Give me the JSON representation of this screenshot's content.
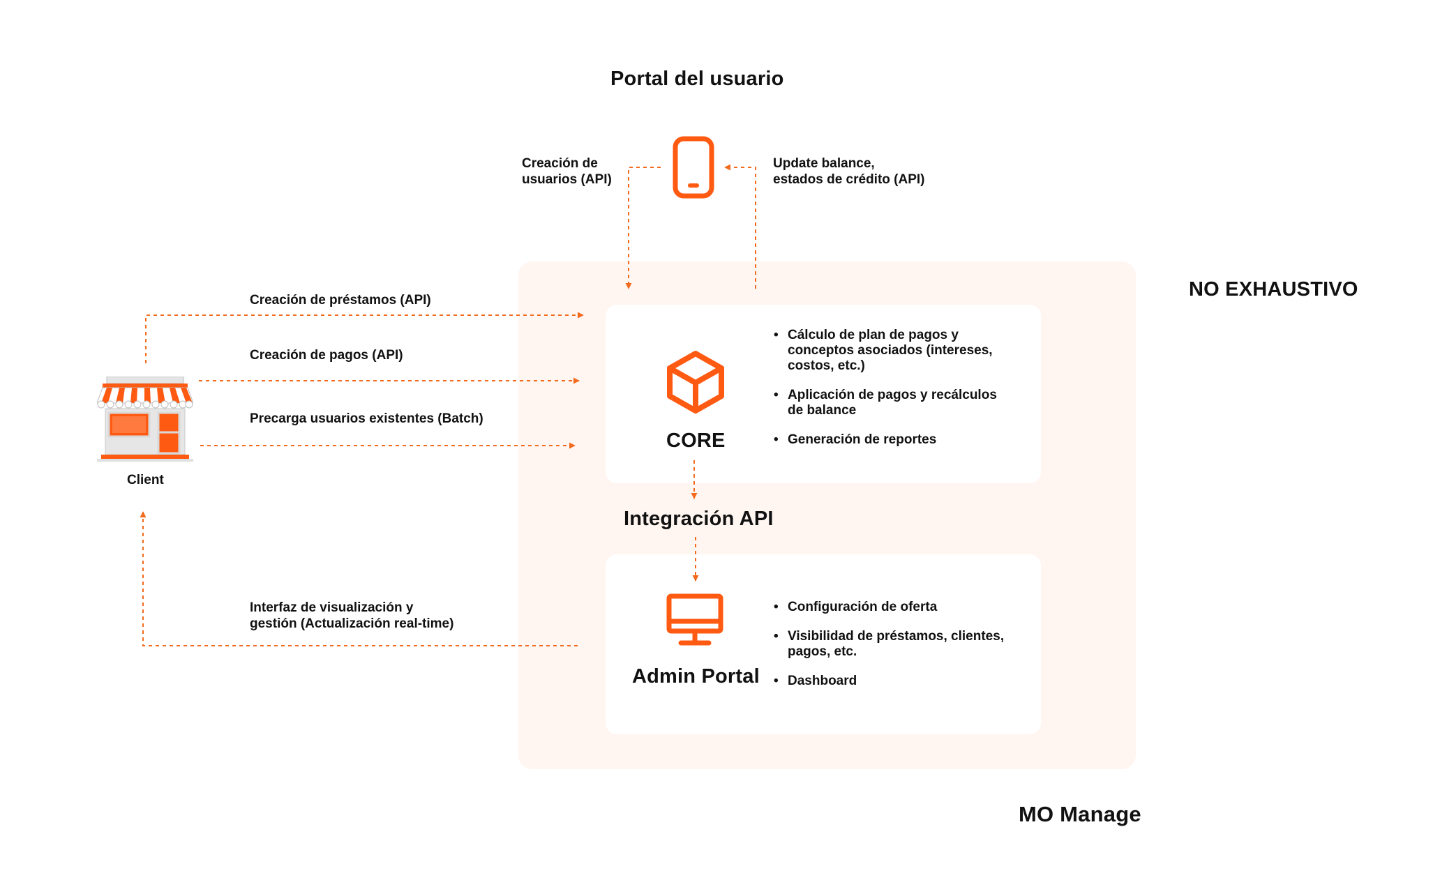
{
  "titles": {
    "portal": "Portal del usuario",
    "no_exhaustivo": "NO EXHAUSTIVO",
    "mo_manage": "MO Manage",
    "integracion": "Integración API"
  },
  "nodes": {
    "client": "Client",
    "core": "CORE",
    "admin": "Admin Portal"
  },
  "labels": {
    "creacion_usuarios": [
      "Creación de",
      "usuarios (API)"
    ],
    "update_balance": [
      "Update balance,",
      "estados de crédito (API)"
    ],
    "creacion_prestamos": "Creación de préstamos (API)",
    "creacion_pagos": "Creación de pagos (API)",
    "precarga": "Precarga usuarios existentes (Batch)",
    "interfaz": [
      "Interfaz de visualización y",
      "gestión (Actualización real-time)"
    ]
  },
  "core_features": [
    [
      "Cálculo de plan de pagos y",
      "conceptos asociados (intereses,",
      "costos, etc.)"
    ],
    [
      "Aplicación de pagos y recálculos",
      "de balance"
    ],
    [
      "Generación de reportes"
    ]
  ],
  "admin_features": [
    [
      "Configuración de oferta"
    ],
    [
      "Visibilidad de préstamos, clientes,",
      "pagos, etc."
    ],
    [
      "Dashboard"
    ]
  ],
  "icons": {
    "phone": "smartphone-icon",
    "store": "storefront-icon",
    "core": "cube-icon",
    "admin": "monitor-icon"
  },
  "colors": {
    "accent": "#ff5a12",
    "arrow": "#f36a1c",
    "zone_bg": "#fff5f1",
    "card_bg": "#ffffff",
    "text": "#111111"
  }
}
